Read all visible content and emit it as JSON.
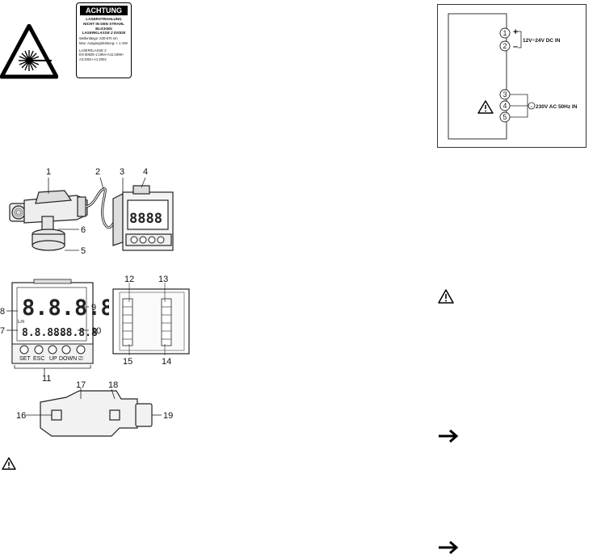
{
  "laser_sign": {
    "heading": "ACHTUNG",
    "lines": [
      "LASERSTRAHLUNG",
      "NICHT IN DEN STRAHL",
      "BLICKEN",
      "LASERKLASSE 2 DIODE",
      "Wellenlänge: 630-670 nm",
      "Max. Ausgangsleistung: < 1 mW",
      "LASERKLASSE 2",
      "EN 60825-1:1994+A11:1996+",
      "A2:2001+A1:2002"
    ]
  },
  "device_labels": {
    "sensor": "1",
    "cable": "2",
    "controller": "3",
    "top": "4",
    "base": "5",
    "bracket": "6"
  },
  "front_panel": {
    "display_main": "8.8.8.8.",
    "display_sub": "8.8.8.8",
    "sub_right": "8.8.8.8",
    "buttons": [
      "SET",
      "ESC",
      "UP",
      "DOWN",
      "⎚"
    ],
    "callouts": {
      "left_top": "8",
      "left_bottom": "7",
      "right_top": "9",
      "right_bottom": "10",
      "bottom": "11"
    }
  },
  "back_panel": {
    "callouts": {
      "top_left": "12",
      "top_right": "13",
      "bottom_left": "15",
      "bottom_right": "14"
    }
  },
  "sensor_detail": {
    "callouts": {
      "left": "16",
      "top_left": "17",
      "top_right": "18",
      "right": "19"
    }
  },
  "wiring": {
    "terminals": [
      "1",
      "2",
      "3",
      "4",
      "5"
    ],
    "dc_plus": "+",
    "dc_minus": "–",
    "dc_label": "12V~24V DC IN",
    "ac_symbol": "~",
    "ac_label": "230V AC 50Hz IN"
  },
  "icons": {
    "warning": "warning-triangle-icon",
    "arrow": "arrow-right-icon"
  }
}
